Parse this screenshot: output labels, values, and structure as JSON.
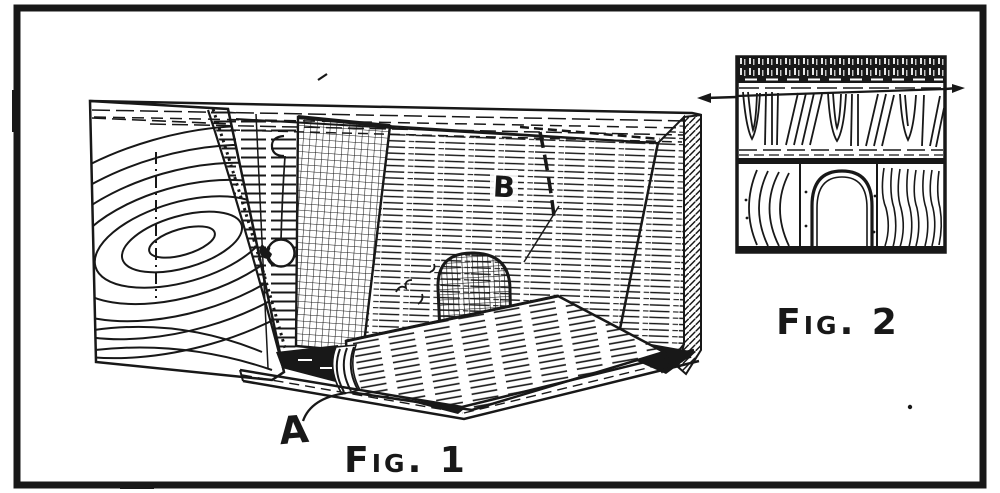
{
  "page": {
    "paper_color": "#ffffff",
    "ink_color": "#181818"
  },
  "figure1": {
    "caption": "Fig. 1",
    "label_a": "A",
    "label_b": "B"
  },
  "figure2": {
    "caption": "Fig. 2"
  }
}
